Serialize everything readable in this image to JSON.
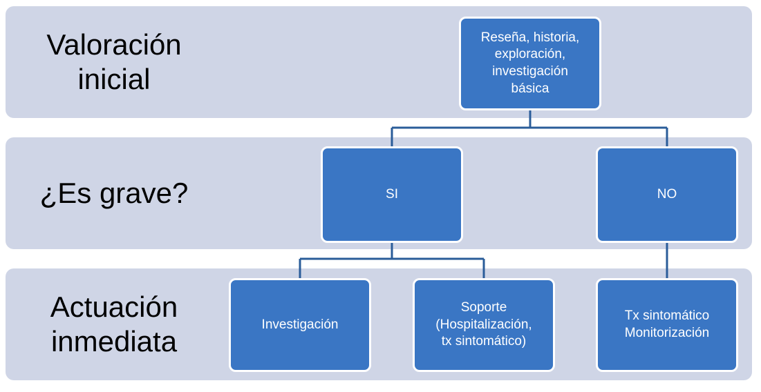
{
  "rows": [
    {
      "label": "Valoración\ninicial"
    },
    {
      "label": "¿Es grave?"
    },
    {
      "label": "Actuación\ninmediata"
    }
  ],
  "nodes": {
    "root": "Reseña, historia,\nexploración,\ninvestigación\nbásica",
    "si": "SI",
    "no": "NO",
    "investigacion": "Investigación",
    "soporte": "Soporte\n(Hospitalización,\ntx sintomático)",
    "sintomatico": "Tx sintomático\nMonitorización"
  },
  "colors": {
    "band": "#cfd5e6",
    "node": "#3a76c4",
    "connector": "#2a5c99"
  }
}
